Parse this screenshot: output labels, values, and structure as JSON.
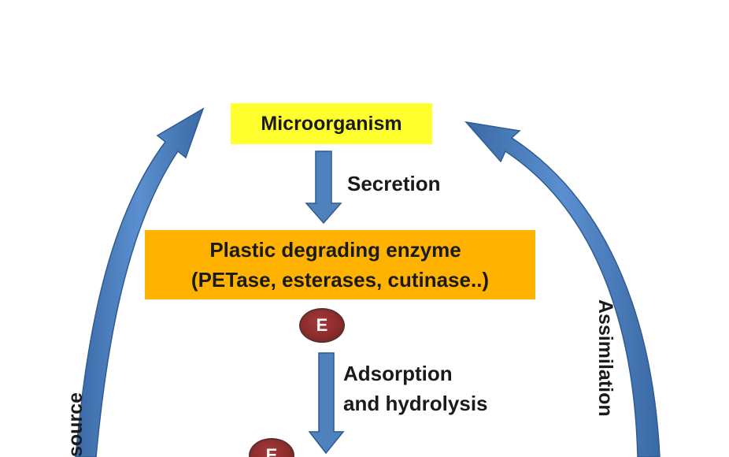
{
  "diagram": {
    "microorganism_label": "Microorganism",
    "secretion_label": "Secretion",
    "enzyme_box": {
      "line1": "Plastic degrading enzyme",
      "line2": "(PETase, esterases, cutinase..)"
    },
    "enzyme_symbol": "E",
    "adsorption_label": {
      "line1": "Adsorption",
      "line2": "and hydrolysis"
    },
    "assimilation_label": "Assimilation",
    "source_label_partial": "source"
  },
  "colors": {
    "microorganism_box": "#ffff2e",
    "enzyme_box": "#ffb300",
    "arrow_blue": "#4f81bd",
    "enzyme_circle": "#8a2a2a",
    "text": "#1a1a1a"
  },
  "icons": {
    "down_arrow": "down-arrow-icon",
    "curved_arrow": "curved-arrow-icon",
    "enzyme": "enzyme-circle-icon"
  }
}
